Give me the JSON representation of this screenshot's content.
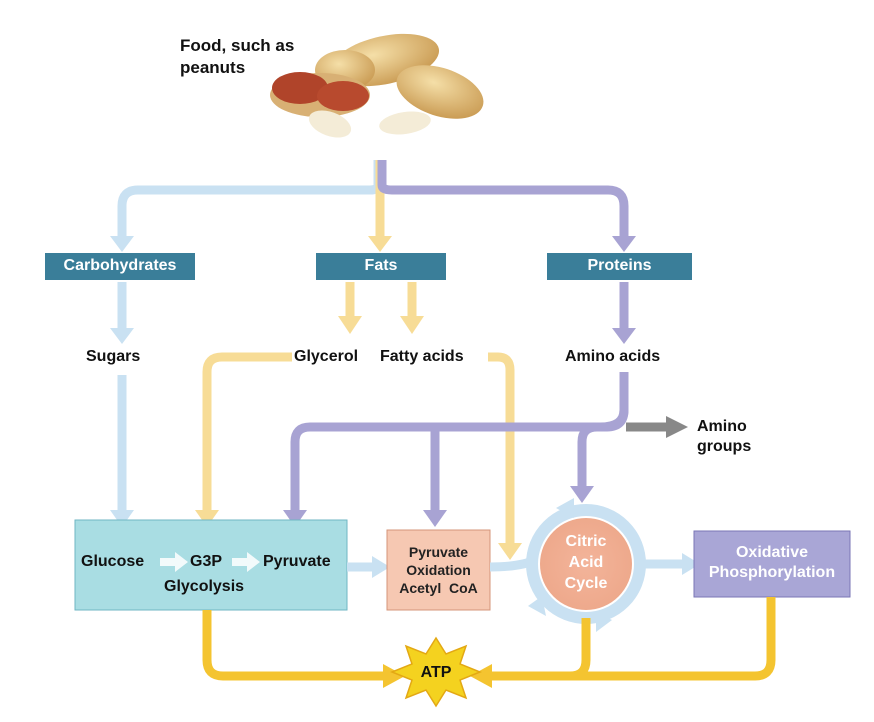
{
  "food_label": "Food, such as peanuts",
  "categories": {
    "carbohydrates": "Carbohydrates",
    "fats": "Fats",
    "proteins": "Proteins"
  },
  "intermediates": {
    "sugars": "Sugars",
    "glycerol": "Glycerol",
    "fatty_acids": "Fatty acids",
    "amino_acids": "Amino acids",
    "amino_groups": "Amino groups"
  },
  "glycolysis_box": {
    "glucose": "Glucose",
    "g3p": "G3P",
    "pyruvate": "Pyruvate",
    "title": "Glycolysis"
  },
  "pyruvate_oxidation_box": {
    "line1": "Pyruvate",
    "line2": "Oxidation",
    "line3": "Acetyl  CoA"
  },
  "citric_acid_cycle": {
    "line1": "Citric",
    "line2": "Acid",
    "line3": "Cycle"
  },
  "oxidative_box": {
    "line1": "Oxidative",
    "line2": "Phosphorylation"
  },
  "atp_label": "ATP",
  "colors": {
    "carb_blue": "#c9e1f2",
    "fat_yellow": "#f7dc96",
    "protein_purple": "#a8a3d3",
    "header_teal": "#3a7e99",
    "glycolysis_box": "#a9dde3",
    "pyruvate_box": "#f6c8b2",
    "oxidative_box": "#a9a6d6",
    "atp_yellow": "#f4c430",
    "amino_gray": "#888888"
  }
}
